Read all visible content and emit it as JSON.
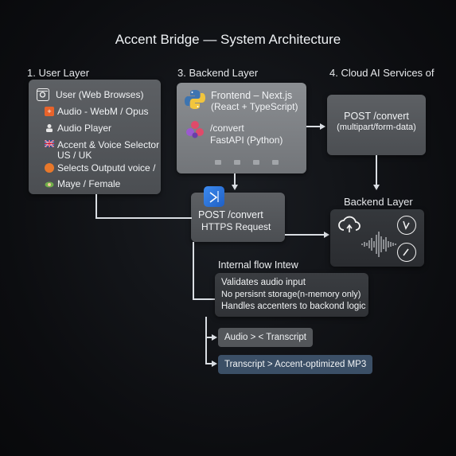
{
  "title": "Accent Bridge — System Architecture",
  "layers": {
    "user": "1. User Layer",
    "backend": "3. Backend Layer",
    "cloud": "4. Cloud AI Services of",
    "backend2": "Backend Layer"
  },
  "user_card": {
    "items": [
      {
        "icon": "browser-icon",
        "text": "User (Web Browses)"
      },
      {
        "icon": "plus-icon",
        "text": "Audio - WebM / Opus"
      },
      {
        "icon": "speaker-icon",
        "text": "Audio Player"
      },
      {
        "icon": "uk-flag-icon",
        "text": "Accent & Voice Selector"
      },
      {
        "icon": "",
        "text": "US / UK"
      },
      {
        "icon": "orange-dot-icon",
        "text": "Selects Outputd voice /"
      },
      {
        "icon": "person-icon",
        "text": "Maye / Female"
      }
    ]
  },
  "backend_card": {
    "frontend_title": "Frontend – Next.js",
    "frontend_sub": "(React + TypeScript)",
    "api_route": "/convert",
    "api_framework": "FastAPI (Python)"
  },
  "cloud_card": {
    "line1": "POST /convert",
    "line2": "(multipart/form-data)"
  },
  "request_card": {
    "line1": "POST /convert",
    "line2": "HTTPS Request"
  },
  "internal": {
    "heading": "Internal flow Intew",
    "lines": [
      "Validates audio input",
      "No persisnt storage(n-memory only)",
      "Handles accenters to backond logic"
    ]
  },
  "flows": {
    "audio_transcript": "Audio  >  <  Transcript",
    "transcript_mp3": "Transcript > Accent-optimized MP3"
  },
  "colors": {
    "background": "#0c0d10",
    "card": "#55585c",
    "card_light": "#7e8185",
    "accent_blue": "#3b4f66",
    "line": "#d9dde2"
  }
}
